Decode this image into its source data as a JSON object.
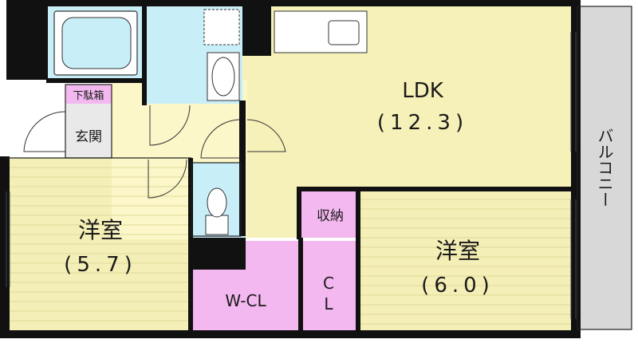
{
  "colors": {
    "wall": "#111111",
    "ldk": "#f6f1b8",
    "western": "#f4efb6",
    "wet": "#c8eef8",
    "closet": "#f4b8f0",
    "balcony": "#d8d8d8",
    "entrance": "#e9e9e9",
    "corridor": "#fbf7c8"
  },
  "rooms": {
    "ldk": {
      "name": "LDK",
      "size": "(12.3)"
    },
    "western_left": {
      "name": "洋室",
      "size": "(5.7)"
    },
    "western_right": {
      "name": "洋室",
      "size": "(6.0)"
    },
    "walk_in_closet": {
      "name": "W-CL"
    },
    "closet": {
      "name_top": "C",
      "name_bottom": "L"
    },
    "storage": {
      "name": "収納"
    },
    "shoe_box": {
      "name": "下駄箱"
    },
    "entrance": {
      "name": "玄関"
    },
    "balcony": {
      "name": "バルコニー"
    }
  },
  "fixtures": [
    "bathtub-icon",
    "washing-machine-icon",
    "washbasin-icon",
    "kitchen-sink-icon",
    "toilet-icon"
  ]
}
